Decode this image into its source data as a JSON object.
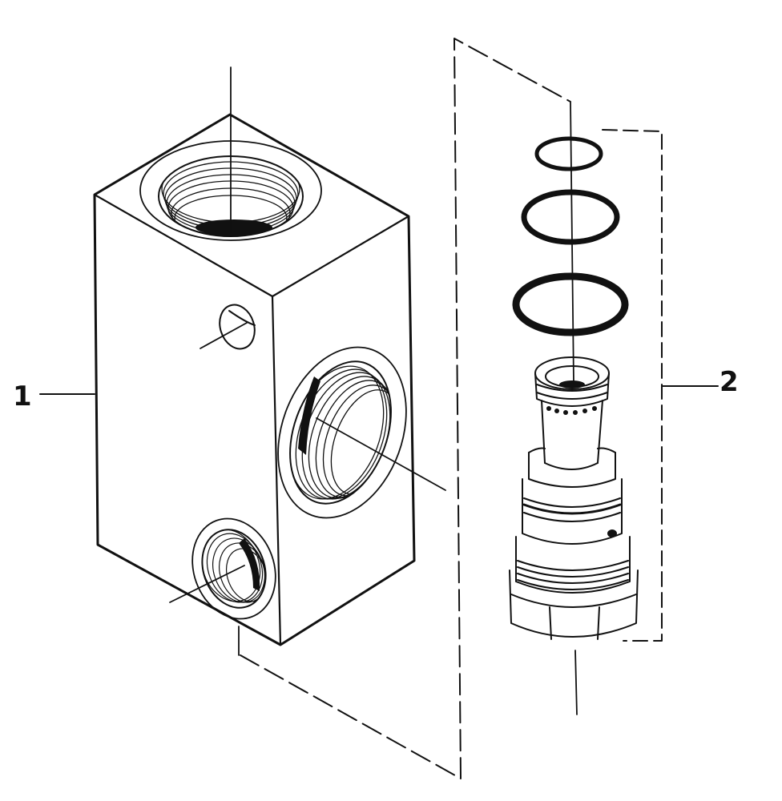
{
  "callouts": [
    {
      "id": "1",
      "text": "1",
      "target": "valve-body"
    },
    {
      "id": "2",
      "text": "2",
      "target": "cartridge-seal-kit"
    }
  ],
  "colors": {
    "ink": "#111111",
    "paper": "#ffffff"
  }
}
